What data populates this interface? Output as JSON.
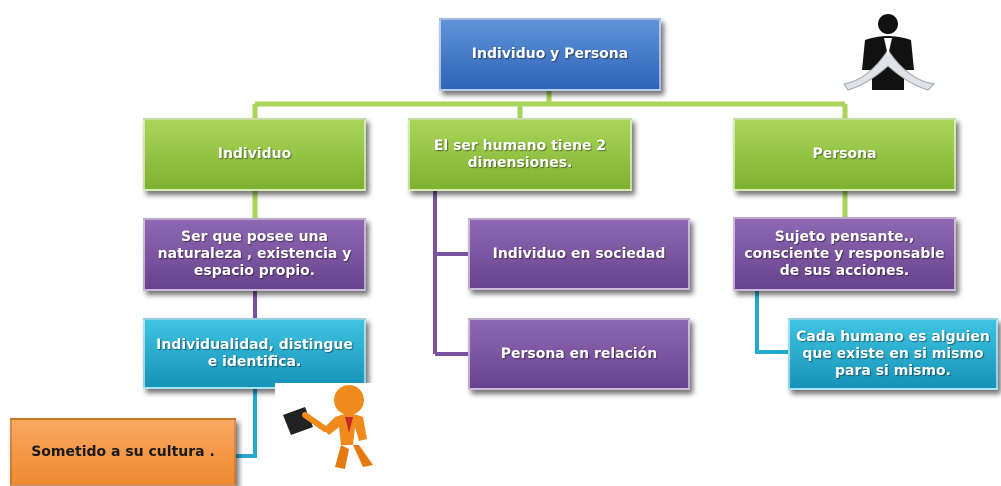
{
  "colors": {
    "root": "#3b70c4",
    "level1": "#8dc23f",
    "purple": "#7a52a0",
    "cyan": "#26a9cf",
    "orange": "#f39a4a",
    "connector_green": "#a9d65a",
    "connector_purple": "#7a52a0",
    "connector_cyan": "#26a9cf"
  },
  "diagram": {
    "root": {
      "label": "Individuo y Persona"
    },
    "branches": [
      {
        "label": "Individuo",
        "children": [
          {
            "label": "Ser que posee una naturaleza , existencia y espacio propio."
          },
          {
            "label": "Individualidad, distingue e identifica."
          },
          {
            "label": "Sometido a su cultura ."
          }
        ]
      },
      {
        "label": "El ser humano tiene 2 dimensiones.",
        "children": [
          {
            "label": "Individuo en sociedad"
          },
          {
            "label": "Persona en relación"
          }
        ]
      },
      {
        "label": "Persona",
        "children": [
          {
            "label": "Sujeto pensante., consciente y responsable de sus acciones."
          },
          {
            "label": "Cada humano es alguien que existe en si mismo para si mismo."
          }
        ]
      }
    ]
  },
  "icons": {
    "top_right": "person-in-suit-icon",
    "bottom": "orange-person-with-briefcase-icon"
  }
}
